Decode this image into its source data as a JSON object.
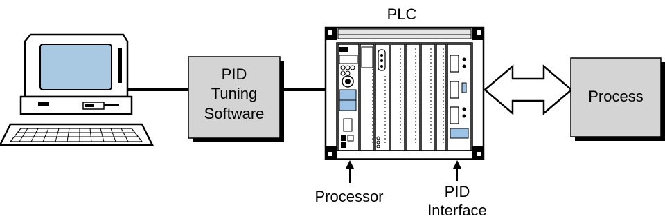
{
  "diagram": {
    "plc_title": "PLC",
    "software_box": {
      "line1": "PID",
      "line2": "Tuning",
      "line3": "Software"
    },
    "process_box": "Process",
    "processor_label": "Processor",
    "pid_interface_label": {
      "line1": "PID",
      "line2": "Interface"
    }
  },
  "colors": {
    "box_fill": "#d4d4d4",
    "shadow": "#000000",
    "screen": "#a9c9e3",
    "plc_blue": "#9cc3e6"
  },
  "icons": [
    "computer-icon",
    "plc-rack-icon",
    "double-arrow-icon"
  ]
}
